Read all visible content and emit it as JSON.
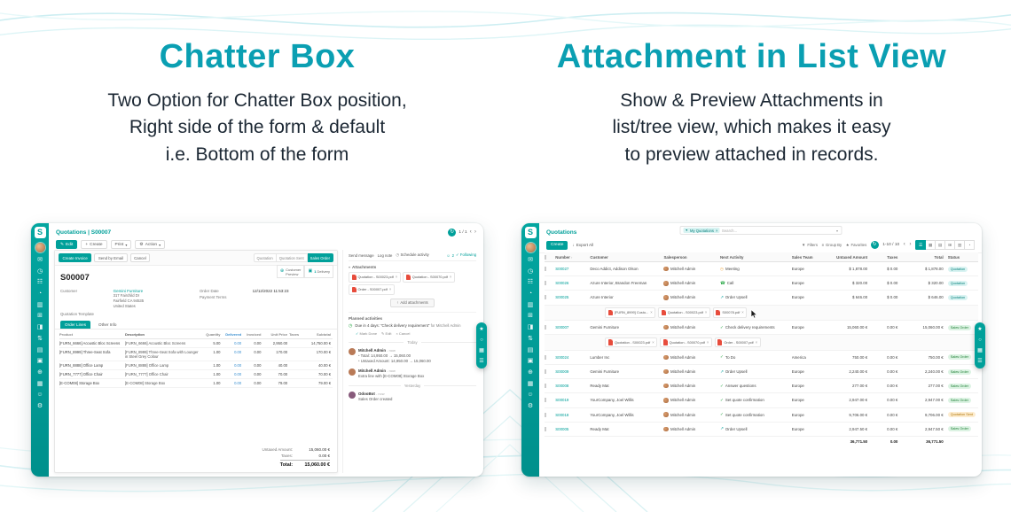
{
  "hero": {
    "left_title": "Chatter Box",
    "left_description": "Two Option for Chatter Box position,\nRight side of the form & default\ni.e. Bottom of the form",
    "right_title": "Attachment in List View",
    "right_description": "Show & Preview Attachments in\nlist/tree view, which makes it easy\nto preview attached in records."
  },
  "colors": {
    "heading_teal": "#0a9fb2",
    "app_teal": "#00a09a",
    "status_quotation": "#05807a",
    "status_sales_order": "#1e7e34",
    "status_quotation_sent": "#b07505",
    "pdf_red": "#e74c3c"
  },
  "sidebar": {
    "logo_text": "S",
    "icons": [
      {
        "name": "discuss-icon",
        "glyph": "✉"
      },
      {
        "name": "calendar-icon",
        "glyph": "◷"
      },
      {
        "name": "contacts-icon",
        "glyph": "☷"
      },
      {
        "name": "crm-icon",
        "glyph": "◔"
      },
      {
        "name": "sales-icon",
        "glyph": "▥"
      },
      {
        "name": "dashboard-icon",
        "glyph": "⊞"
      },
      {
        "name": "inventory-icon",
        "glyph": "◨"
      },
      {
        "name": "purchase-icon",
        "glyph": "⇅"
      },
      {
        "name": "accounting-icon",
        "glyph": "▤"
      },
      {
        "name": "pos-icon",
        "glyph": "▣"
      },
      {
        "name": "website-icon",
        "glyph": "⊕"
      },
      {
        "name": "project-icon",
        "glyph": "▦"
      },
      {
        "name": "employees-icon",
        "glyph": "☺"
      },
      {
        "name": "settings-icon",
        "glyph": "⚙"
      }
    ]
  },
  "float_icons": [
    {
      "name": "star-icon",
      "glyph": "★"
    },
    {
      "name": "search-icon",
      "glyph": "○"
    },
    {
      "name": "grid-icon",
      "glyph": "▦"
    },
    {
      "name": "list-icon",
      "glyph": "☰"
    }
  ],
  "form": {
    "breadcrumb": "Quotations | S00007",
    "toolbar": {
      "edit": "Edit",
      "create": "Create",
      "print": "Print",
      "action": "Action",
      "pager": "1 / 1"
    },
    "header_buttons": {
      "create_invoice": "Create Invoice",
      "send_by_email": "Send by Email",
      "cancel": "Cancel"
    },
    "statusbar": [
      "Quotation",
      "Quotation Sent",
      "Sales Order"
    ],
    "smart_buttons": {
      "preview": "Customer\nPreview",
      "delivery_count": "1",
      "delivery_label": "Delivery"
    },
    "record_name": "S00007",
    "left_fields": {
      "customer_label": "Customer",
      "customer_value": "Gemini Furniture",
      "address": "317 Fairchild Dr\nFairfield CA 94535\nUnited States",
      "template_label": "Quotation Template"
    },
    "right_fields": {
      "order_date_label": "Order Date",
      "order_date_value": "12/12/2022 11:53:23",
      "payment_terms_label": "Payment Terms"
    },
    "tabs": [
      "Order Lines",
      "Other Info"
    ],
    "table": {
      "headers": [
        "Product",
        "Description",
        "Quantity",
        "Delivered",
        "Invoiced",
        "Unit Price",
        "Taxes",
        "Subtotal"
      ],
      "rows": [
        {
          "product": "[FURN_6666] Acoustic Bloc Screens",
          "description": "[FURN_6666] Acoustic Bloc Screens",
          "quantity": "5.00",
          "delivered": "0.00",
          "invoiced": "0.00",
          "unit_price": "2,950.00",
          "taxes": "",
          "subtotal": "14,750.00 €"
        },
        {
          "product": "[FURN_8999] Three-Seat Sofa",
          "description": "[FURN_8999] Three-Seat Sofa with Lounger in Steel Grey Colour",
          "quantity": "1.00",
          "delivered": "0.00",
          "invoiced": "0.00",
          "unit_price": "170.00",
          "taxes": "",
          "subtotal": "170.00 €"
        },
        {
          "product": "[FURN_8888] Office Lamp",
          "description": "[FURN_8888] Office Lamp",
          "quantity": "1.00",
          "delivered": "0.00",
          "invoiced": "0.00",
          "unit_price": "40.00",
          "taxes": "",
          "subtotal": "40.00 €"
        },
        {
          "product": "[FURN_7777] Office Chair",
          "description": "[FURN_7777] Office Chair",
          "quantity": "1.00",
          "delivered": "0.00",
          "invoiced": "0.00",
          "unit_price": "70.00",
          "taxes": "",
          "subtotal": "70.00 €"
        },
        {
          "product": "[E-COM08] Storage Box",
          "description": "[E-COM08] Storage Box",
          "quantity": "1.00",
          "delivered": "0.00",
          "invoiced": "0.00",
          "unit_price": "79.00",
          "taxes": "",
          "subtotal": "79.00 €"
        }
      ]
    },
    "totals": {
      "untaxed_label": "Untaxed Amount:",
      "untaxed_value": "15,060.00 €",
      "taxes_label": "Taxes:",
      "taxes_value": "0.00 €",
      "total_label": "Total:",
      "total_value": "15,060.00 €"
    }
  },
  "chatter": {
    "send_message": "Send message",
    "log_note": "Log note",
    "schedule_activity": "Schedule activity",
    "followers": "2",
    "following": "Following",
    "attachments_title": "Attachments",
    "attachments": [
      "Quotation - S00023.pdf",
      "Quotation - S00070.pdf",
      "Order - S00007.pdf"
    ],
    "add_attachments": "Add attachments",
    "planned_title": "Planned activities",
    "activity": {
      "text": "Due in 4 days: \"Check delivery requirement\"",
      "assignee": "for Mitchell Admin",
      "mark_done": "Mark Done",
      "edit": "Edit",
      "cancel": "Cancel"
    },
    "messages": [
      {
        "divider": "Today",
        "author": "Mitchell Admin",
        "time": "- now",
        "avatar_color": "#b97a57",
        "bulleted": true,
        "lines": [
          "Total: 14,950.00 → 15,060.00",
          "Untaxed Amount: 14,950.00 → 15,060.00"
        ]
      },
      {
        "author": "Mitchell Admin",
        "time": "- now",
        "avatar_color": "#b97a57",
        "bulleted": false,
        "lines": [
          "Extra line with [E-COM08] Storage Box"
        ]
      },
      {
        "divider": "Yesterday",
        "author": "OdooBot",
        "time": "- now",
        "avatar_color": "#875a7b",
        "bulleted": false,
        "lines": [
          "Sales Order created"
        ]
      }
    ]
  },
  "list": {
    "breadcrumb": "Quotations",
    "create": "Create",
    "export": "Export All",
    "search_facet": "My Quotations",
    "search_placeholder": "Search...",
    "filters": "Filters",
    "group_by": "Group By",
    "favorites": "Favorites",
    "pager": "1-10 / 10",
    "sort_glyph": "↑",
    "headers": [
      "Number",
      "Customer",
      "Salesperson",
      "Next Activity",
      "Sales Team",
      "Untaxed Amount",
      "Taxes",
      "Total",
      "Status"
    ],
    "activity_icons": {
      "meeting": {
        "glyph": "◷",
        "color": "#f0ad4e"
      },
      "call": {
        "glyph": "☎",
        "color": "#28a745"
      },
      "upsell": {
        "glyph": "↗",
        "color": "#00a09a"
      },
      "check": {
        "glyph": "✓",
        "color": "#28a745"
      },
      "todo": {
        "glyph": "✓",
        "color": "#28a745"
      },
      "question": {
        "glyph": "✓",
        "color": "#28a745"
      }
    },
    "rows": [
      {
        "number": "S00027",
        "customer": "Deco Addict, Addison Olson",
        "salesperson": "Mitchell Admin",
        "activity": "Meeting",
        "activity_kind": "meeting",
        "team": "Europe",
        "untaxed": "$ 1,878.00",
        "taxes": "$ 0.00",
        "total": "$ 1,878.00",
        "status": "Quotation",
        "status_kind": "quotation"
      },
      {
        "number": "S00026",
        "customer": "Azure Interior, Brandon Freeman",
        "salesperson": "Mitchell Admin",
        "activity": "Call",
        "activity_kind": "call",
        "team": "Europe",
        "untaxed": "$ 320.00",
        "taxes": "$ 0.00",
        "total": "$ 320.00",
        "status": "Quotation",
        "status_kind": "quotation"
      },
      {
        "number": "S00025",
        "customer": "Azure Interior",
        "salesperson": "Mitchell Admin",
        "activity": "Order Upsell",
        "activity_kind": "upsell",
        "team": "Europe",
        "untaxed": "$ 646.00",
        "taxes": "$ 0.00",
        "total": "$ 646.00",
        "status": "Quotation",
        "status_kind": "quotation",
        "attachments": [
          "[FURN_8999] Custo...",
          "Quotation - S00023.pdf",
          "S00078.pdf"
        ],
        "cursor": true
      },
      {
        "number": "S00007",
        "customer": "Gemini Furniture",
        "salesperson": "Mitchell Admin",
        "activity": "Check delivery requirements",
        "activity_kind": "check",
        "team": "Europe",
        "untaxed": "15,060.00 €",
        "taxes": "0.00 €",
        "total": "15,060.00 €",
        "status": "Sales Order",
        "status_kind": "sale",
        "attachments": [
          "Quotation - S00023.pdf",
          "Quotation - S00070.pdf",
          "Order - S00007.pdf"
        ]
      },
      {
        "number": "S00024",
        "customer": "Lumber Inc",
        "salesperson": "Mitchell Admin",
        "activity": "To Do",
        "activity_kind": "todo",
        "team": "America",
        "untaxed": "750.00 €",
        "taxes": "0.00 €",
        "total": "750.00 €",
        "status": "Sales Order",
        "status_kind": "sale"
      },
      {
        "number": "S00009",
        "customer": "Gemini Furniture",
        "salesperson": "Mitchell Admin",
        "activity": "Order Upsell",
        "activity_kind": "upsell",
        "team": "Europe",
        "untaxed": "2,240.00 €",
        "taxes": "0.00 €",
        "total": "2,240.00 €",
        "status": "Sales Order",
        "status_kind": "sale"
      },
      {
        "number": "S00008",
        "customer": "Ready Mat",
        "salesperson": "Mitchell Admin",
        "activity": "Answer questions",
        "activity_kind": "question",
        "team": "Europe",
        "untaxed": "277.00 €",
        "taxes": "0.00 €",
        "total": "277.00 €",
        "status": "Sales Order",
        "status_kind": "sale"
      },
      {
        "number": "S00019",
        "customer": "YourCompany, Joel Willis",
        "salesperson": "Mitchell Admin",
        "activity": "Set quote confirmation",
        "activity_kind": "todo",
        "team": "Europe",
        "untaxed": "2,947.00 €",
        "taxes": "0.00 €",
        "total": "2,947.00 €",
        "status": "Sales Order",
        "status_kind": "sale"
      },
      {
        "number": "S00018",
        "customer": "YourCompany, Joel Willis",
        "salesperson": "Mitchell Admin",
        "activity": "Set quote confirmation",
        "activity_kind": "todo",
        "team": "Europe",
        "untaxed": "9,706.00 €",
        "taxes": "0.00 €",
        "total": "9,706.00 €",
        "status": "Quotation Sent",
        "status_kind": "sent"
      },
      {
        "number": "S00005",
        "customer": "Ready Mat",
        "salesperson": "Mitchell Admin",
        "activity": "Order Upsell",
        "activity_kind": "upsell",
        "team": "Europe",
        "untaxed": "2,947.50 €",
        "taxes": "0.00 €",
        "total": "2,947.50 €",
        "status": "Sales Order",
        "status_kind": "sale"
      }
    ],
    "views": [
      {
        "name": "list-view-icon",
        "glyph": "☰",
        "active": true
      },
      {
        "name": "kanban-view-icon",
        "glyph": "▦",
        "active": false
      },
      {
        "name": "calendar-view-icon",
        "glyph": "▤",
        "active": false
      },
      {
        "name": "pivot-view-icon",
        "glyph": "⊞",
        "active": false
      },
      {
        "name": "graph-view-icon",
        "glyph": "▥",
        "active": false
      },
      {
        "name": "map-view-icon",
        "glyph": "◔",
        "active": false
      }
    ],
    "footer": {
      "untaxed": "36,771.50",
      "taxes": "0.00",
      "total": "36,771.50"
    }
  }
}
